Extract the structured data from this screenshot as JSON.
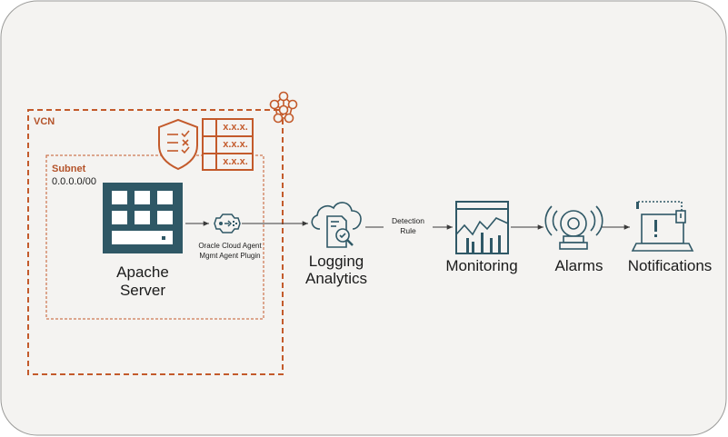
{
  "vcn": {
    "label": "VCN"
  },
  "subnet": {
    "label": "Subnet",
    "cidr": "0.0.0.0/00"
  },
  "security_rules": [
    "x.x.x.",
    "x.x.x.",
    "x.x.x."
  ],
  "nodes": {
    "apache": {
      "line1": "Apache",
      "line2": "Server"
    },
    "agent": {
      "line1": "Oracle Cloud Agent",
      "line2": "Mgmt Agent Plugin"
    },
    "logging": {
      "line1": "Logging",
      "line2": "Analytics"
    },
    "monitoring": {
      "label": "Monitoring"
    },
    "alarms": {
      "label": "Alarms"
    },
    "notifications": {
      "label": "Notifications"
    }
  },
  "edges": {
    "detection_rule": {
      "line1": "Detection",
      "line2": "Rule"
    }
  },
  "icons": [
    "vcn-network-icon",
    "shield-icon",
    "security-rules-table-icon",
    "apache-server-icon",
    "cloud-agent-plugin-icon",
    "logging-analytics-icon",
    "monitoring-icon",
    "alarm-bell-icon",
    "notifications-laptop-icon"
  ],
  "colors": {
    "accent": "#c35a2b",
    "primary": "#2f5866",
    "panel": "#f4f3f1"
  }
}
